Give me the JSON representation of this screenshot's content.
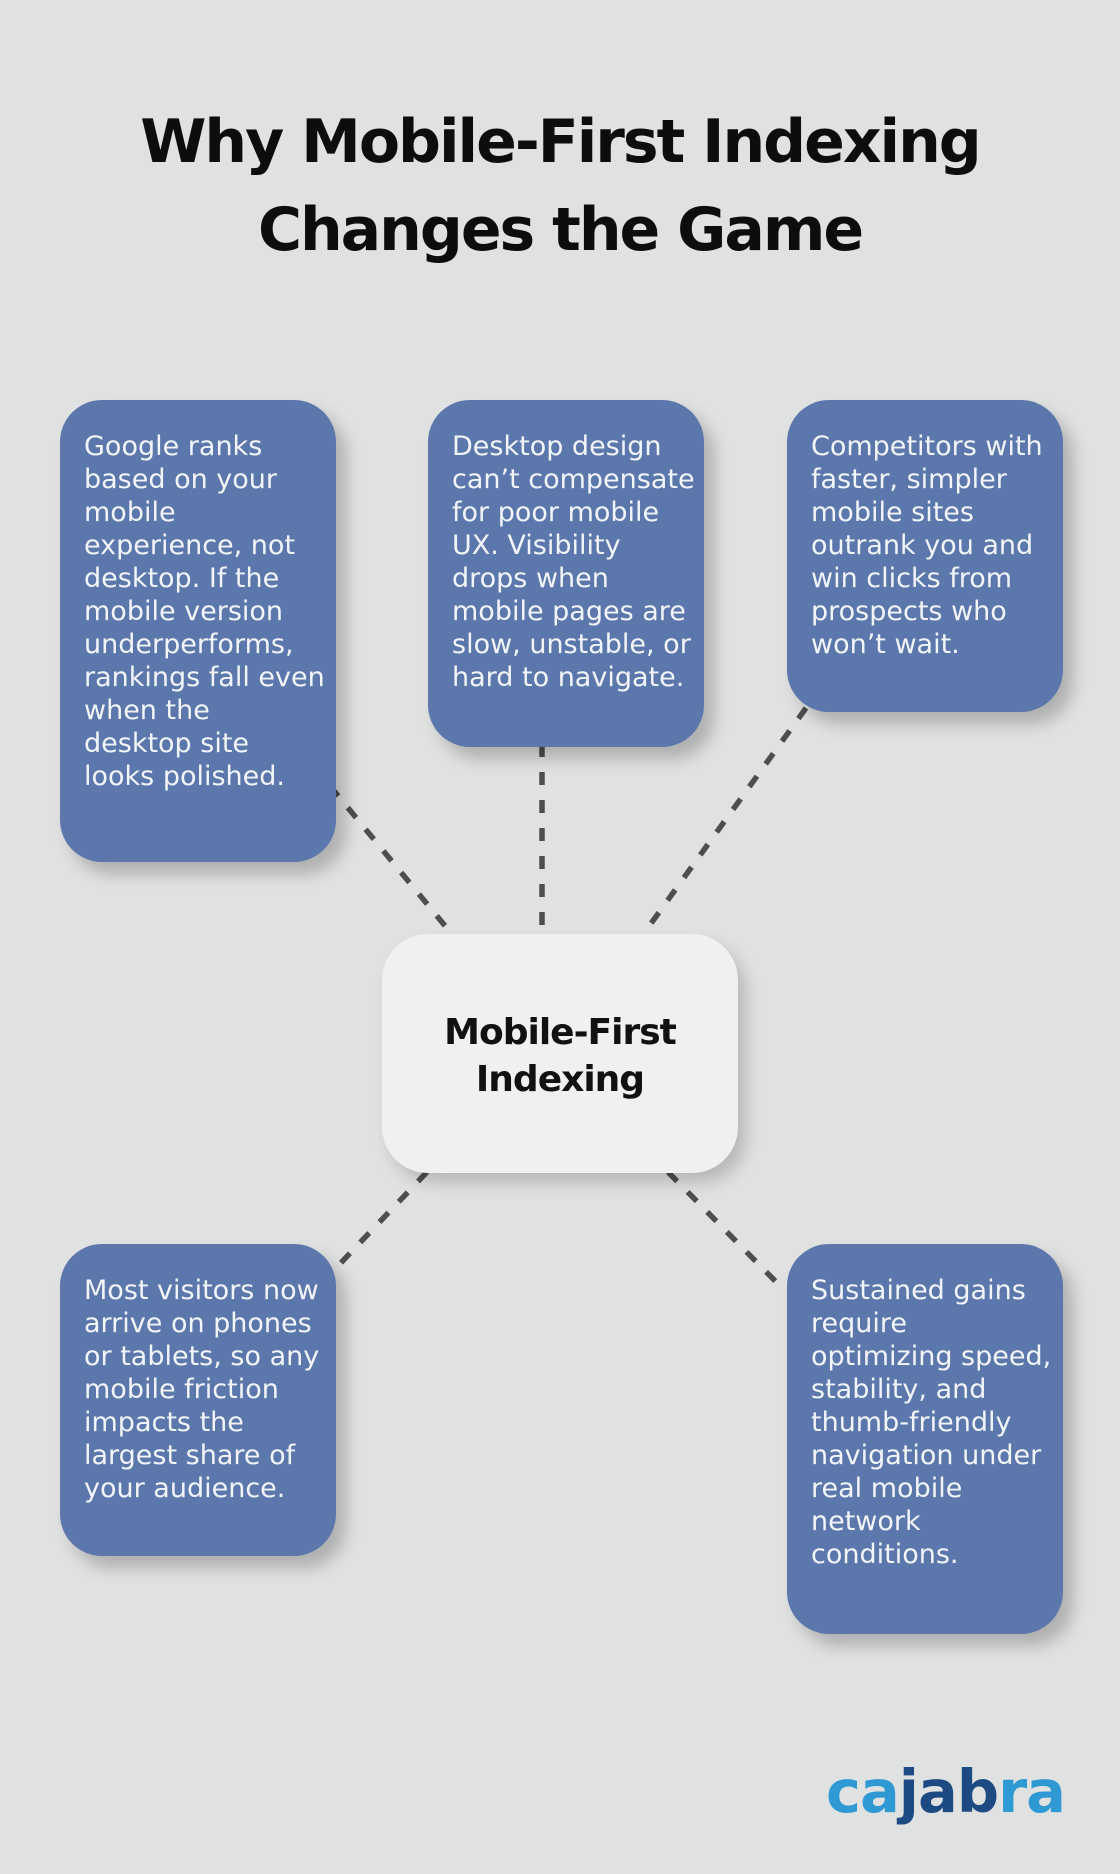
{
  "title": {
    "lines": [
      "Why Mobile-First Indexing",
      "Changes the Game"
    ]
  },
  "center": {
    "id": "mobile-first-indexing",
    "lines": [
      "Mobile-First",
      "Indexing"
    ]
  },
  "nodes": [
    {
      "id": "google-ranking",
      "lines": [
        "Google ranks",
        "based on your",
        "mobile",
        "experience, not",
        "desktop. If the",
        "mobile version",
        "underperforms,",
        "rankings fall even",
        "when the",
        "desktop site",
        "looks polished."
      ]
    },
    {
      "id": "desktop-design",
      "lines": [
        "Desktop design",
        "can’t compensate",
        "for poor mobile",
        "UX. Visibility",
        "drops when",
        "mobile pages are",
        "slow, unstable, or",
        "hard to navigate."
      ]
    },
    {
      "id": "competitors",
      "lines": [
        "Competitors with",
        "faster, simpler",
        "mobile sites",
        "outrank you and",
        "win clicks from",
        "prospects who",
        "won’t wait."
      ]
    },
    {
      "id": "visitor-share",
      "lines": [
        "Most visitors now",
        "arrive on phones",
        "or tablets, so any",
        "mobile friction",
        "impacts the",
        "largest share of",
        "your audience."
      ]
    },
    {
      "id": "sustained-gains",
      "lines": [
        "Sustained gains",
        "require",
        "optimizing speed,",
        "stability, and",
        "thumb-friendly",
        "navigation under",
        "real mobile",
        "network",
        "conditions."
      ]
    }
  ],
  "connectors": [
    {
      "from": "google-ranking",
      "to": "mobile-first-indexing"
    },
    {
      "from": "desktop-design",
      "to": "mobile-first-indexing"
    },
    {
      "from": "competitors",
      "to": "mobile-first-indexing"
    },
    {
      "from": "visitor-share",
      "to": "mobile-first-indexing"
    },
    {
      "from": "sustained-gains",
      "to": "mobile-first-indexing"
    }
  ],
  "logo": {
    "name": "cajabra",
    "segments": [
      {
        "text": "ca",
        "color": "#2f99d4"
      },
      {
        "text": "jab",
        "color": "#1d4a82"
      },
      {
        "text": "ra",
        "color": "#2f99d4"
      }
    ]
  },
  "colors": {
    "background": "#e0e1e1",
    "node_fill": "#5c77ac",
    "node_text": "#f2f5f8",
    "center_fill": "#eff0f2",
    "center_text": "#111111",
    "title_text": "#0d0d0d",
    "connector": "#4e4e4e",
    "logo_light": "#2f99d4",
    "logo_dark": "#1d4a82"
  }
}
